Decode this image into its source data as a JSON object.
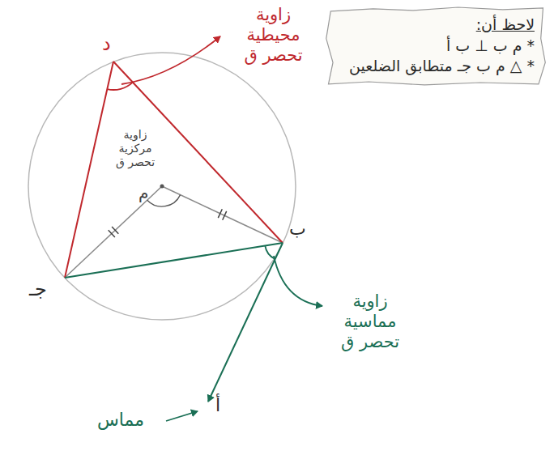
{
  "diagram": {
    "nodes": [
      {
        "text": [
          "لاحظ أن:",
          "* م ب ⊥ ب أ",
          "* △ م ب جـ متطابق الضلعين"
        ]
      }
    ],
    "labels": [
      "د",
      "زاوية محيطية تحصر ق",
      "م",
      "زاوية مركزية تحصر ق",
      "ب",
      "جـ",
      "زاوية مماسية تحصر ق",
      "أ",
      "مماس"
    ]
  }
}
